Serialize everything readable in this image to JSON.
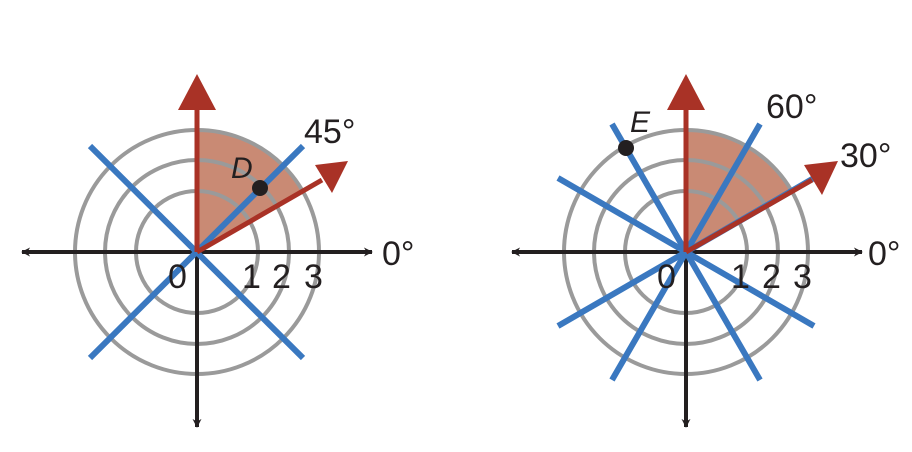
{
  "colors": {
    "axis": "#231f20",
    "circle": "#9a9a9a",
    "blue_line": "#3a78c0",
    "red_arrow": "#a93226",
    "sector_fill": "#c0755c"
  },
  "left": {
    "origin_label": "0",
    "tick_labels": [
      "1",
      "2",
      "3"
    ],
    "zero_angle_label": "0°",
    "angle_label": "45°",
    "point_label": "D"
  },
  "right": {
    "origin_label": "0",
    "tick_labels": [
      "1",
      "2",
      "3"
    ],
    "zero_angle_label": "0°",
    "angle_label_60": "60°",
    "angle_label_30": "30°",
    "point_label": "E"
  }
}
